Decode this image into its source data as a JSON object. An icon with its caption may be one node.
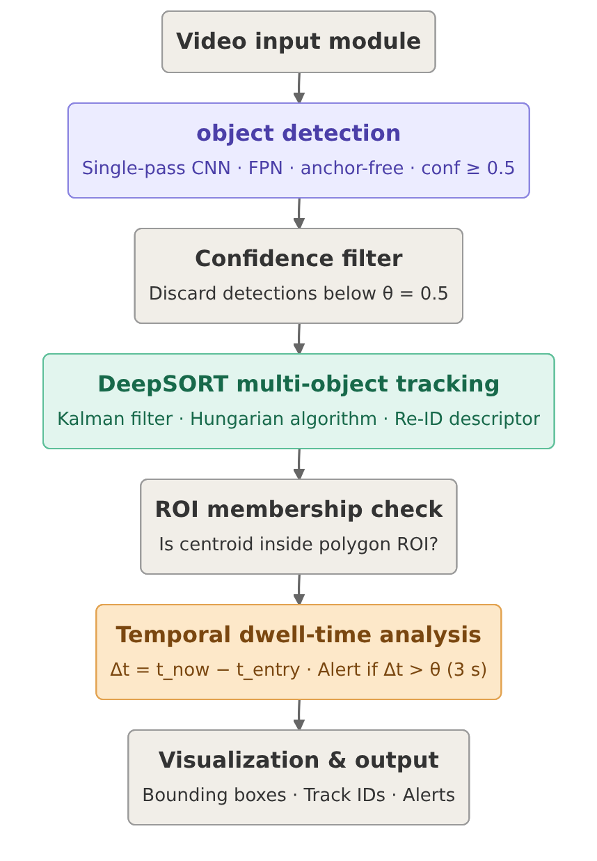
{
  "diagram": {
    "nodes": [
      {
        "text": [
          "Video input module"
        ]
      },
      {
        "text": [
          "object detection",
          "Single-pass CNN · FPN · anchor-free · conf ≥ 0.5"
        ]
      },
      {
        "text": [
          "Confidence filter",
          "Discard detections below θ = 0.5"
        ]
      },
      {
        "text": [
          "DeepSORT multi-object tracking",
          "Kalman filter · Hungarian algorithm · Re-ID descriptor"
        ]
      },
      {
        "text": [
          "ROI membership check",
          "Is centroid inside polygon ROI?"
        ]
      },
      {
        "text": [
          "Temporal dwell-time analysis",
          "Δt = t_now − t_entry · Alert if Δt > θ (3 s)"
        ]
      },
      {
        "text": [
          "Visualization & output",
          "Bounding boxes · Track IDs · Alerts"
        ]
      }
    ],
    "edges": [
      {
        "from": 0,
        "to": 1,
        "arrow": "to"
      },
      {
        "from": 1,
        "to": 2,
        "arrow": "to"
      },
      {
        "from": 2,
        "to": 3,
        "arrow": "to"
      },
      {
        "from": 3,
        "to": 4,
        "arrow": "to"
      },
      {
        "from": 4,
        "to": 5,
        "arrow": "to"
      },
      {
        "from": 5,
        "to": 6,
        "arrow": "to"
      }
    ]
  }
}
